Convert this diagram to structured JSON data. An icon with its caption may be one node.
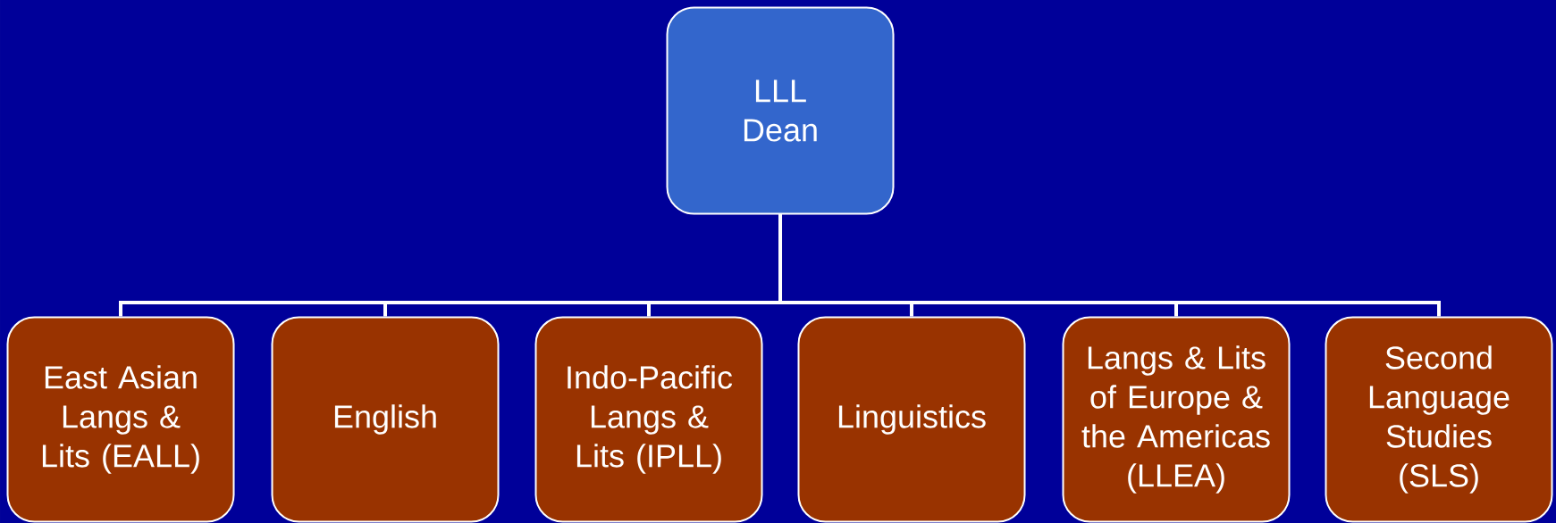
{
  "diagram": {
    "nodes": [
      {
        "text": [
          "LLL Dean"
        ]
      },
      {
        "text": [
          "East Asian Langs & Lits (EALL)"
        ]
      },
      {
        "text": [
          "English"
        ]
      },
      {
        "text": [
          "Indo-Pacific Langs & Lits (IPLL)"
        ]
      },
      {
        "text": [
          "Linguistics"
        ]
      },
      {
        "text": [
          "Langs & Lits of Europe & the Americas (LLEA)"
        ]
      },
      {
        "text": [
          "Second Language Studies (SLS)"
        ]
      }
    ],
    "edges": [
      {
        "from": 0,
        "to": 1,
        "arrow": "none"
      },
      {
        "from": 0,
        "to": 2,
        "arrow": "none"
      },
      {
        "from": 0,
        "to": 3,
        "arrow": "none"
      },
      {
        "from": 0,
        "to": 4,
        "arrow": "none"
      },
      {
        "from": 0,
        "to": 5,
        "arrow": "none"
      },
      {
        "from": 0,
        "to": 6,
        "arrow": "none"
      }
    ]
  }
}
